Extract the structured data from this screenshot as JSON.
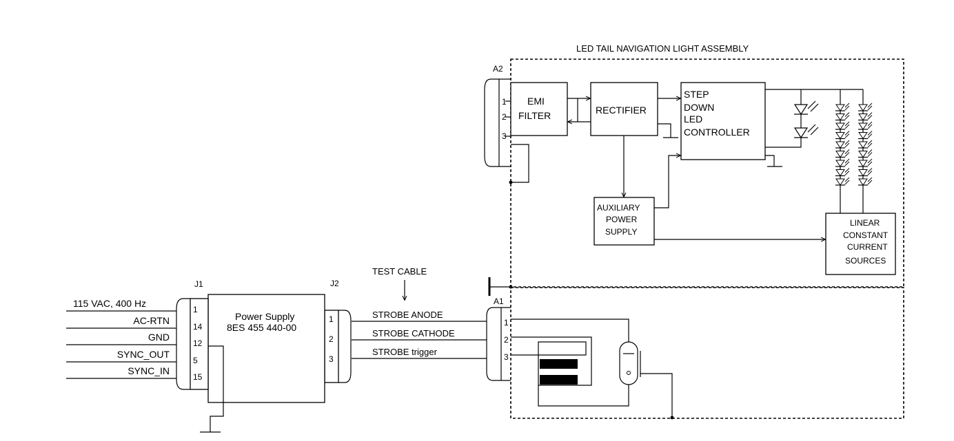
{
  "assembly_title": "LED TAIL NAVIGATION LIGHT ASSEMBLY",
  "test_cable_label": "TEST CABLE",
  "connectors": {
    "a2": {
      "label": "A2",
      "pins": [
        "1",
        "2",
        "3"
      ]
    },
    "a1": {
      "label": "A1",
      "pins": [
        "1",
        "2",
        "3"
      ]
    },
    "j1": {
      "label": "J1",
      "pins": [
        "1",
        "14",
        "12",
        "5",
        "15"
      ]
    },
    "j2": {
      "label": "J2",
      "pins": [
        "1",
        "2",
        "3"
      ]
    }
  },
  "blocks": {
    "emi_filter": [
      "EMI",
      "FILTER"
    ],
    "rectifier": [
      "RECTIFIER"
    ],
    "led_controller": [
      "STEP",
      "DOWN",
      "LED",
      "CONTROLLER"
    ],
    "aux_power": [
      "AUXILIARY",
      "POWER",
      "SUPPLY"
    ],
    "linear_sources": [
      "LINEAR",
      "CONSTANT",
      "CURRENT",
      "SOURCES"
    ],
    "power_supply": [
      "Power Supply",
      "8ES 455 440-00"
    ]
  },
  "input_signals": [
    "115 VAC, 400 Hz",
    "AC-RTN",
    "GND",
    "SYNC_OUT",
    "SYNC_IN"
  ],
  "cable_signals": [
    "STROBE ANODE",
    "STROBE CATHODE",
    "STROBE trigger"
  ]
}
